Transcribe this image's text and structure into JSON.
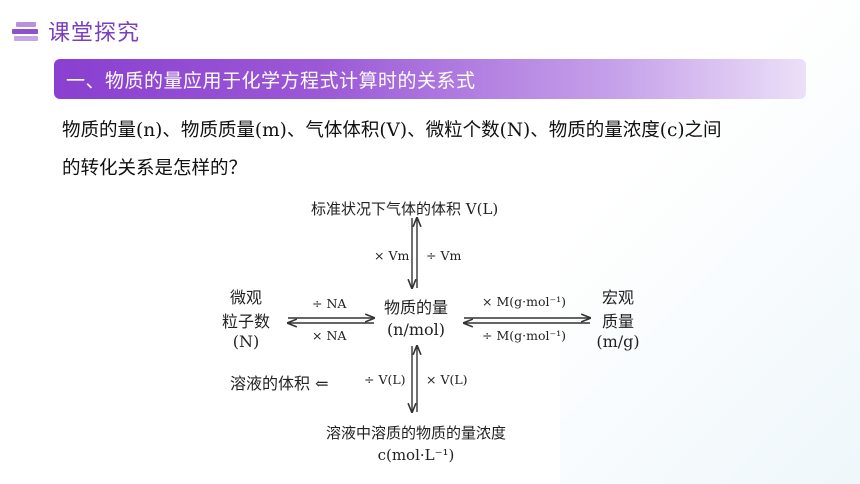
{
  "header": {
    "title": "课堂探究"
  },
  "banner": {
    "title": "一、物质的量应用于化学方程式计算时的关系式"
  },
  "question": {
    "line1": "物质的量(n)、物质质量(m)、气体体积(V)、微粒个数(N)、物质的量浓度(c)之间",
    "line2": "的转化关系是怎样的？"
  },
  "diagram": {
    "top_label": "标准状况下气体的体积 V(L)",
    "top_left_factor": "× Vm",
    "top_right_factor": "÷ Vm",
    "center_line1": "物质的量",
    "center_line2": "(n/mol)",
    "left_line1": "微观",
    "left_line2": "粒子数",
    "left_line3": "(N)",
    "left_top_factor": "÷ NA",
    "left_bottom_factor": "× NA",
    "right_line1": "宏观",
    "right_line2": "质量",
    "right_line3": "(m/g)",
    "right_top_factor": "× M(g·mol⁻¹)",
    "right_bottom_factor": "÷ M(g·mol⁻¹)",
    "solution_label": "溶液的体积 ⇐",
    "bottom_left_factor": "÷ V(L)",
    "bottom_right_factor": "× V(L)",
    "bottom_line1": "溶液中溶质的物质的量浓度",
    "bottom_line2": "c(mol·L⁻¹)"
  }
}
